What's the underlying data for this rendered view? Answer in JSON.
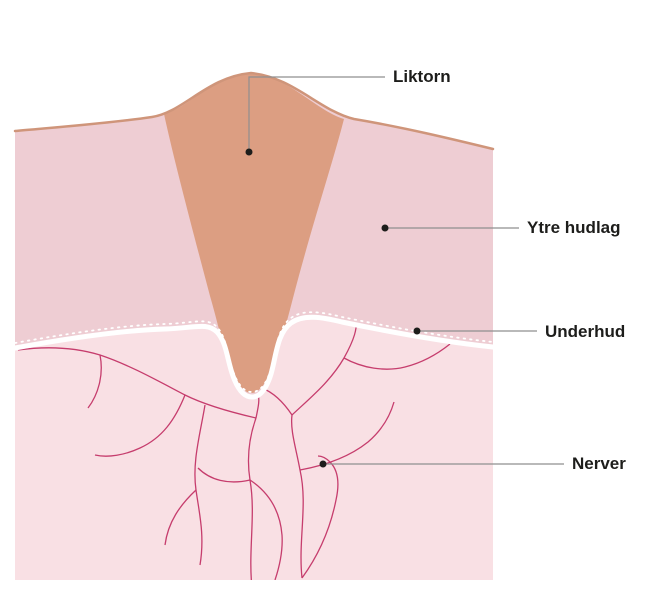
{
  "figure": {
    "description": "Cross-section skin diagram of a corn (liktorn) with labeled skin layers and nerves",
    "labels": {
      "liktorn": "Liktorn",
      "ytre_hudlag": "Ytre hudlag",
      "underhud": "Underhud",
      "nerver": "Nerver"
    },
    "colors": {
      "outer_skin": "#eecdd3",
      "subcutis": "#f9e0e4",
      "corn": "#dc9e82",
      "surface_stroke": "#cf957a",
      "nerve": "#c63d6d",
      "boundary_line": "#ffffff",
      "leader_line": "#8f8f8f",
      "dot": "#1d1d1b",
      "label_text": "#1d1d1b"
    }
  }
}
